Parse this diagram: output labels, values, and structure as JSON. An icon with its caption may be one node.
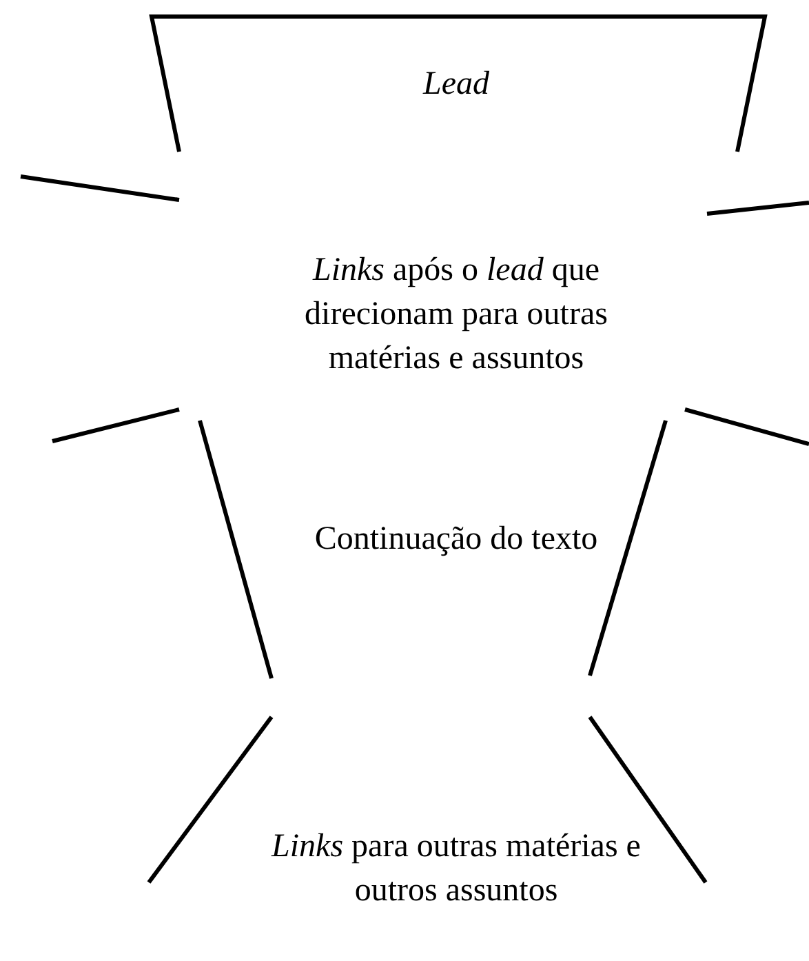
{
  "diagram": {
    "labels": [
      "Lead",
      "*Links* após o *lead* que direcionam para outras matérias e assuntos",
      "Continuação do texto",
      "*Links* para outras matérias e outros assuntos"
    ]
  }
}
